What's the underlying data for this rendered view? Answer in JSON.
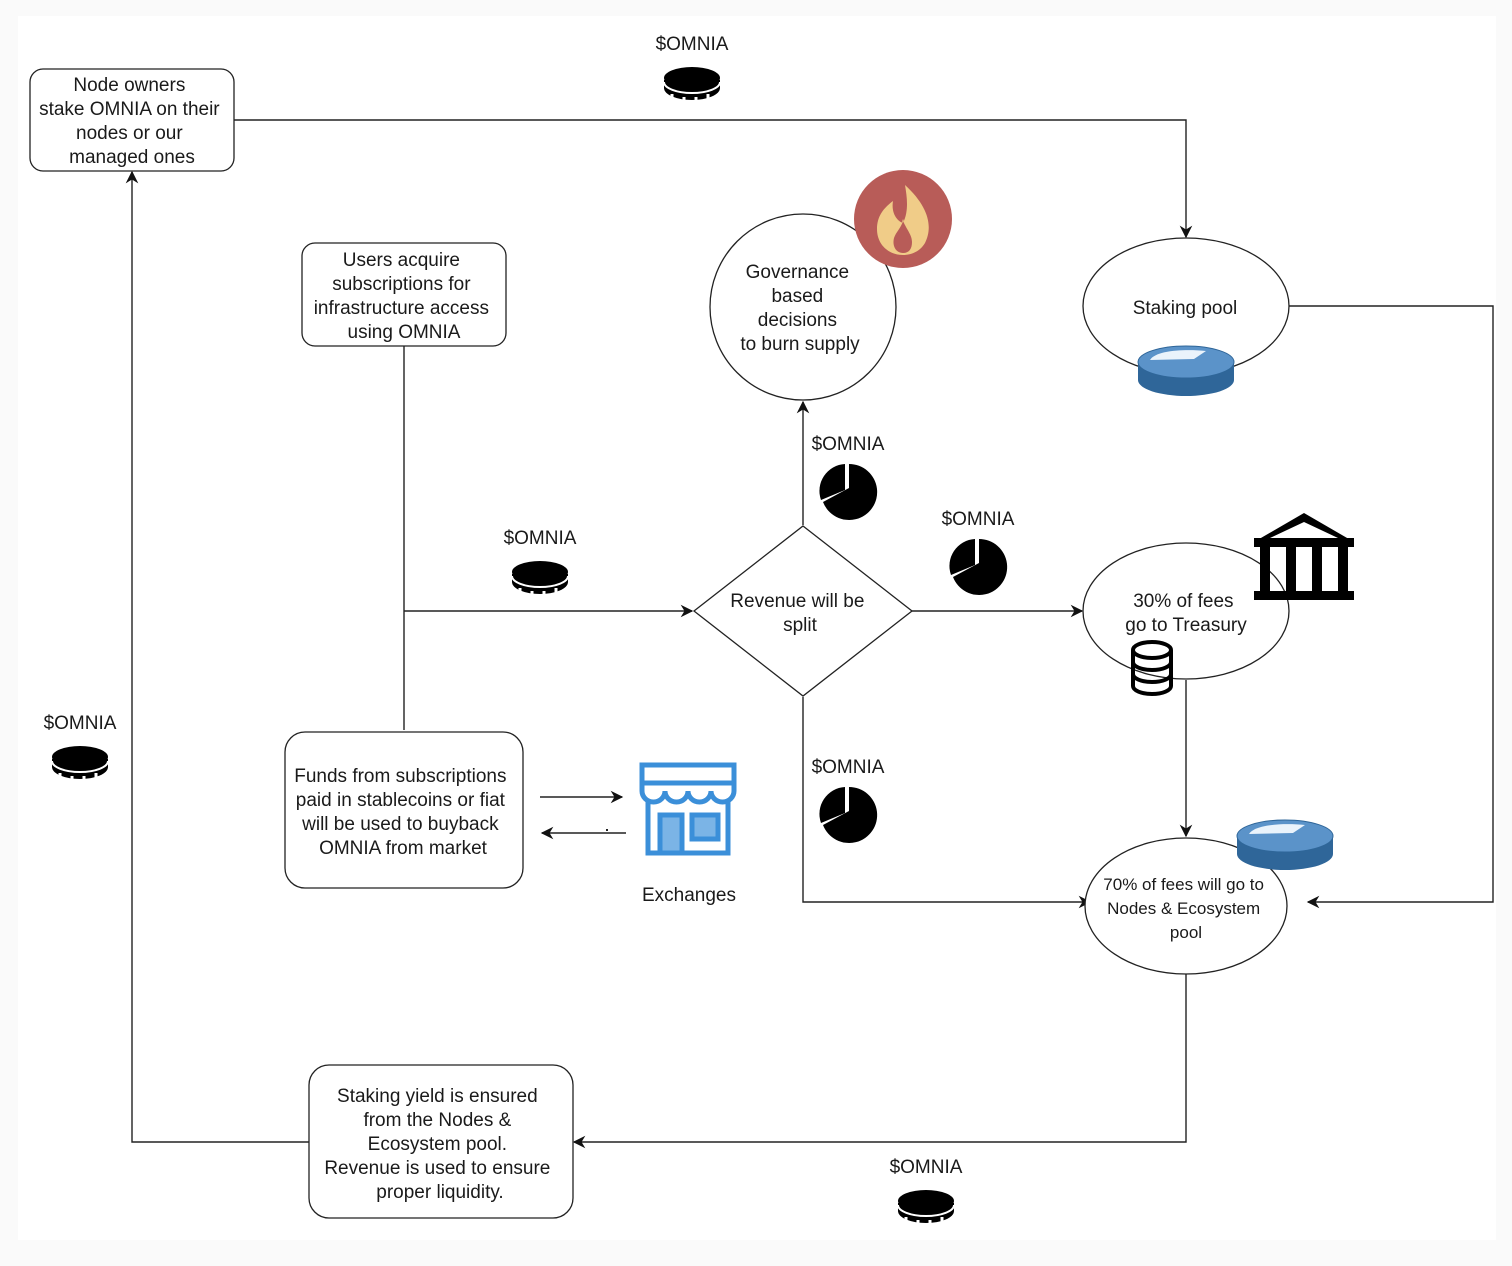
{
  "diagram": {
    "nodes": {
      "node_owners": {
        "lines": [
          "Node owners",
          "stake OMNIA on their",
          "nodes or our",
          "managed ones"
        ],
        "shape": "rounded-rect"
      },
      "users_acquire": {
        "lines": [
          "Users acquire",
          "subscriptions for",
          "infrastructure access",
          "using OMNIA"
        ],
        "shape": "rounded-rect"
      },
      "governance": {
        "lines": [
          "Governance",
          "based",
          "decisions",
          "to burn supply"
        ],
        "shape": "circle",
        "icon": "fire-icon"
      },
      "staking_pool": {
        "lines": [
          "Staking pool"
        ],
        "shape": "ellipse",
        "icon": "disk-icon"
      },
      "revenue_split": {
        "lines": [
          "Revenue will be",
          "split"
        ],
        "shape": "diamond"
      },
      "treasury": {
        "lines": [
          "30% of  fees",
          "go to Treasury"
        ],
        "shape": "ellipse",
        "icons": [
          "bank-icon",
          "coin-stack-icon"
        ]
      },
      "funds_buyback": {
        "lines": [
          "Funds from subscriptions",
          "paid in stablecoins or fiat",
          "will be used to buyback",
          "OMNIA from market"
        ],
        "shape": "rounded-rect"
      },
      "exchanges": {
        "lines": [
          "Exchanges"
        ],
        "shape": "icon",
        "icon": "storefront-icon"
      },
      "nodes_pool": {
        "lines": [
          "70% of fees will go to",
          "Nodes & Ecosystem",
          "pool"
        ],
        "shape": "ellipse",
        "icon": "disk-icon"
      },
      "staking_yield": {
        "lines": [
          "Staking yield is ensured",
          "from the Nodes &",
          "Ecosystem pool.",
          "Revenue is used to ensure",
          "proper liquidity."
        ],
        "shape": "rounded-rect"
      }
    },
    "token_labels": [
      {
        "id": "top",
        "text": "$OMNIA",
        "icon": "coin-icon"
      },
      {
        "id": "left",
        "text": "$OMNIA",
        "icon": "coin-icon"
      },
      {
        "id": "users_to_split",
        "text": "$OMNIA",
        "icon": "coin-icon"
      },
      {
        "id": "split_to_governance",
        "text": "$OMNIA",
        "icon": "pie-chart-icon"
      },
      {
        "id": "split_to_treasury",
        "text": "$OMNIA",
        "icon": "pie-chart-icon"
      },
      {
        "id": "split_to_nodes",
        "text": "$OMNIA",
        "icon": "pie-chart-icon"
      },
      {
        "id": "bottom",
        "text": "$OMNIA",
        "icon": "coin-icon"
      }
    ],
    "edges": [
      {
        "from": "node_owners",
        "to": "staking_pool"
      },
      {
        "from": "users_acquire",
        "to": "revenue_split"
      },
      {
        "from": "funds_buyback",
        "to": "revenue_split"
      },
      {
        "from": "revenue_split",
        "to": "governance"
      },
      {
        "from": "revenue_split",
        "to": "treasury"
      },
      {
        "from": "revenue_split",
        "to": "nodes_pool"
      },
      {
        "from": "treasury",
        "to": "nodes_pool"
      },
      {
        "from": "staking_pool",
        "to": "nodes_pool"
      },
      {
        "from": "nodes_pool",
        "to": "staking_yield"
      },
      {
        "from": "staking_yield",
        "to": "node_owners"
      },
      {
        "from": "funds_buyback",
        "to": "exchanges"
      },
      {
        "from": "exchanges",
        "to": "funds_buyback"
      }
    ],
    "colors": {
      "fire_bg": "#b85c58",
      "fire_flame": "#f0cc88",
      "disk_top": "#5b93c9",
      "disk_side": "#2f6699",
      "store_blue": "#3b8fd9",
      "store_light": "#7bb4e6"
    }
  }
}
